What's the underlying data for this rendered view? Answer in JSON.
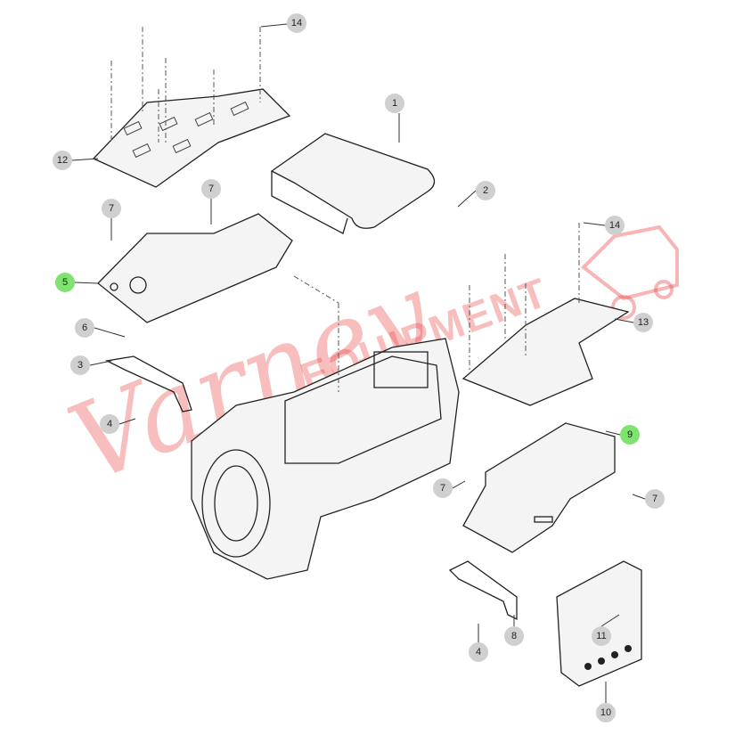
{
  "diagram": {
    "watermark": {
      "script": "Varney",
      "word": "EQUIPMENT",
      "color": "#eb4646"
    },
    "highlight_color": "#7ee36f",
    "callouts": [
      {
        "label": "14",
        "highlight": false
      },
      {
        "label": "1",
        "highlight": false
      },
      {
        "label": "12",
        "highlight": false
      },
      {
        "label": "2",
        "highlight": false
      },
      {
        "label": "7",
        "highlight": false
      },
      {
        "label": "7",
        "highlight": false
      },
      {
        "label": "14",
        "highlight": false
      },
      {
        "label": "5",
        "highlight": true
      },
      {
        "label": "13",
        "highlight": false
      },
      {
        "label": "6",
        "highlight": false
      },
      {
        "label": "3",
        "highlight": false
      },
      {
        "label": "4",
        "highlight": false
      },
      {
        "label": "9",
        "highlight": true
      },
      {
        "label": "7",
        "highlight": false
      },
      {
        "label": "7",
        "highlight": false
      },
      {
        "label": "8",
        "highlight": false
      },
      {
        "label": "4",
        "highlight": false
      },
      {
        "label": "11",
        "highlight": false
      },
      {
        "label": "10",
        "highlight": false
      }
    ]
  }
}
